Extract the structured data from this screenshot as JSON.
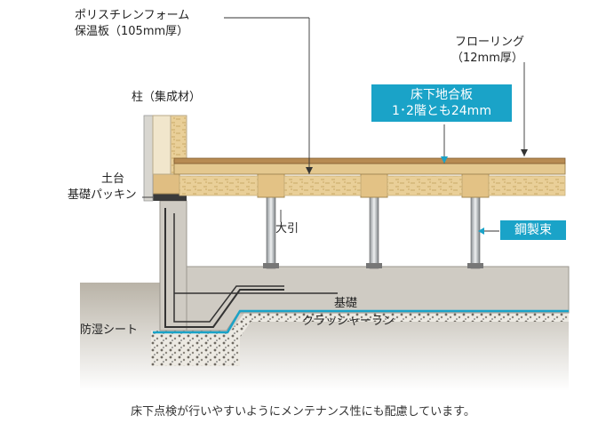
{
  "labels": {
    "insulation_line1": "ポリスチレンフォーム",
    "insulation_line2": "保温板（105mm厚）",
    "flooring_line1": "フローリング",
    "flooring_line2": "（12mm厚）",
    "pillar": "柱（集成材）",
    "sill": "土台",
    "packing": "基礎パッキン",
    "beam": "大引",
    "foundation": "基礎",
    "crusher_run": "クラッシャーラン",
    "moisture_sheet": "防湿シート"
  },
  "callouts": {
    "subfloor_line1": "床下地合板",
    "subfloor_line2": "1･2階とも24mm",
    "steel_post": "鋼製束"
  },
  "caption": "床下点検が行いやすいようにメンテナンス性にも配慮しています。",
  "colors": {
    "accent": "#1aa3c8",
    "wood": "#e7c98f",
    "concrete": "#c9c6bf",
    "soil": "#b8b2a6"
  }
}
